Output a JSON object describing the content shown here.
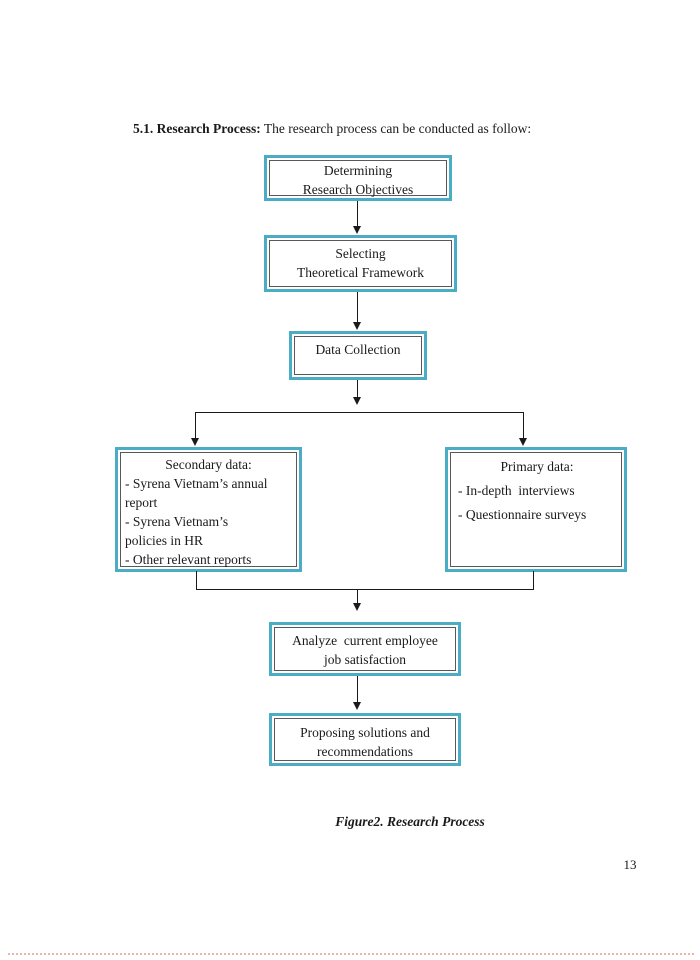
{
  "document": {
    "heading": {
      "label": "5.1. Research Process:",
      "text": "The research process can be conducted as follow:"
    },
    "figure_caption": "Figure2. Research Process",
    "page_number": "13"
  },
  "flowchart": {
    "nodes": {
      "objectives": {
        "text": "Determining\nResearch Objectives"
      },
      "framework": {
        "text": "Selecting\nTheoretical Framework"
      },
      "data_collection": {
        "text": "Data Collection"
      },
      "secondary": {
        "title": "Secondary data:",
        "item1": "- Syrena Vietnam’s annual\nreport",
        "item2": "- Syrena Vietnam’s\npolicies in HR",
        "item3": "- Other relevant reports"
      },
      "primary": {
        "title": "Primary data:",
        "item1": "- In-depth  interviews",
        "item2": "- Questionnaire surveys"
      },
      "analyze": {
        "text": "Analyze  current employee\njob satisfaction"
      },
      "proposing": {
        "text": "Proposing solutions and\nrecommendations"
      }
    }
  },
  "colors": {
    "box_border": "#4bacc6",
    "box_inner_border": "#595959",
    "connector": "#1a1a1a",
    "footer_rule": "#efb3ac"
  }
}
